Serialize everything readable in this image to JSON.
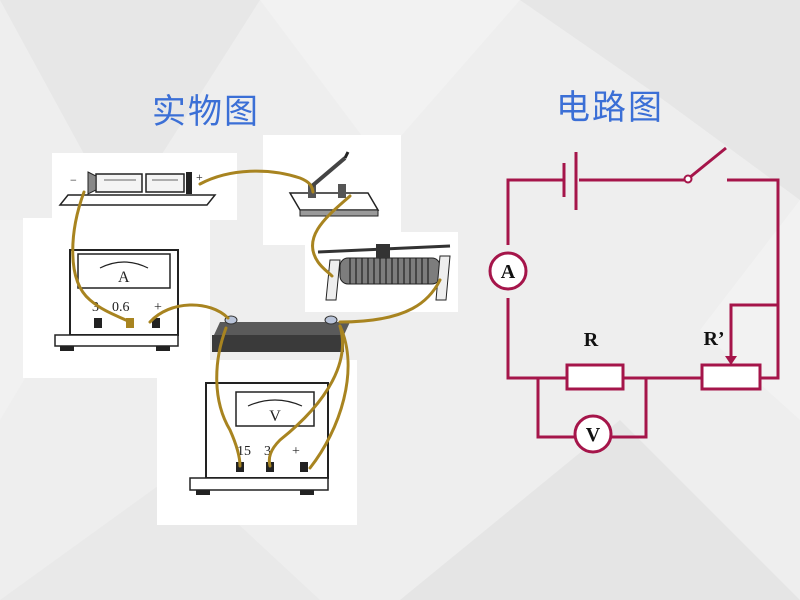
{
  "headings": {
    "physical": "实物图",
    "circuit": "电路图"
  },
  "physical_diagram": {
    "ammeter": {
      "dial_label": "A",
      "scale_labels": [
        "3",
        "0.6",
        "+"
      ]
    },
    "voltmeter": {
      "dial_label": "V",
      "scale_labels": [
        "15",
        "3",
        "+"
      ]
    },
    "battery_box": {
      "terminal_labels": [
        "−",
        "+"
      ]
    }
  },
  "circuit_diagram": {
    "ammeter_label": "A",
    "voltmeter_label": "V",
    "resistor_label": "R",
    "rheostat_label": "R’"
  },
  "colors": {
    "heading": "#3b6fd6",
    "wire_physical": "#a88420",
    "circuit_line": "#a5154a"
  }
}
